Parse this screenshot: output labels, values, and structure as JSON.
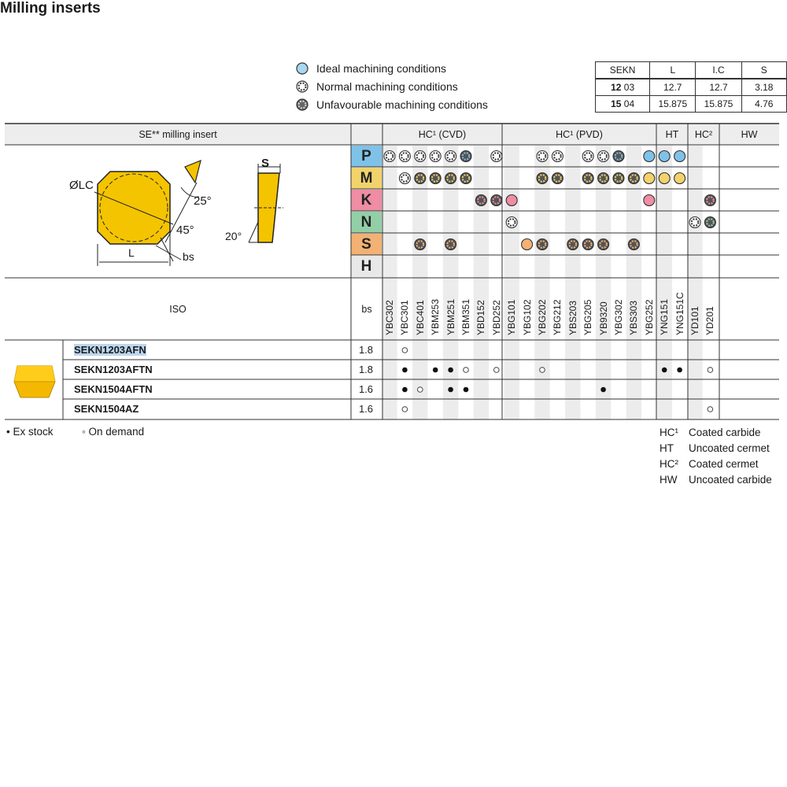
{
  "page_title": "Milling inserts",
  "legend": [
    {
      "label": "Ideal machining conditions",
      "icon": "ideal-condition-icon"
    },
    {
      "label": "Normal machining conditions",
      "icon": "normal-condition-icon"
    },
    {
      "label": "Unfavourable machining conditions",
      "icon": "unfavourable-condition-icon"
    }
  ],
  "dimensions_table": {
    "header": [
      "SEKN",
      "L",
      "I.C",
      "S"
    ],
    "rows": [
      {
        "code_bold": "12",
        "code_rest": " 03",
        "L": "12.7",
        "IC": "12.7",
        "S": "3.18"
      },
      {
        "code_bold": "15",
        "code_rest": " 04",
        "L": "15.875",
        "IC": "15.875",
        "S": "4.76"
      }
    ]
  },
  "header": {
    "insert_label": "SE** milling insert",
    "group_hc_cvd": "HC¹ (CVD)",
    "group_hc_pvd": "HC¹ (PVD)",
    "group_ht": "HT",
    "group_hc2": "HC²",
    "group_hw": "HW",
    "iso_label": "ISO",
    "bs_label": "bs"
  },
  "diagram": {
    "lc": "ØLC",
    "angle_25": "25°",
    "angle_45": "45°",
    "l": "L",
    "bs": "bs",
    "s": "S",
    "angle_20": "20°"
  },
  "materials": [
    {
      "code": "P",
      "color": "#7fc2e8"
    },
    {
      "code": "M",
      "color": "#f2d36b"
    },
    {
      "code": "K",
      "color": "#ee8da4"
    },
    {
      "code": "N",
      "color": "#93cfa6"
    },
    {
      "code": "S",
      "color": "#f3b173"
    },
    {
      "code": "H",
      "color": "#e8e8e8"
    }
  ],
  "grades": [
    "YBC302",
    "YBC301",
    "YBC401",
    "YBM253",
    "YBM251",
    "YBM351",
    "YBD152",
    "YBD252",
    "YBG101",
    "YBG102",
    "YBG202",
    "YBG212",
    "YBS203",
    "YBG205",
    "YB9320",
    "YBG302",
    "YBS303",
    "YBG252",
    "YNG151",
    "YNG151C",
    "YD101",
    "YD201"
  ],
  "conditions": {
    "P": [
      "n",
      "n",
      "n",
      "n",
      "n",
      "u",
      "",
      "n",
      "",
      "",
      "n",
      "n",
      "",
      "n",
      "n",
      "u",
      "",
      "i",
      "i",
      "i",
      "",
      ""
    ],
    "M": [
      "",
      "n",
      "u",
      "u",
      "u",
      "u",
      "",
      "",
      "",
      "",
      "u",
      "u",
      "",
      "u",
      "u",
      "u",
      "u",
      "i",
      "i",
      "i",
      "",
      ""
    ],
    "K": [
      "",
      "",
      "",
      "",
      "",
      "",
      "u",
      "u",
      "i",
      "",
      "",
      "",
      "",
      "",
      "",
      "",
      "",
      "i",
      "",
      "",
      "",
      "u"
    ],
    "N": [
      "",
      "",
      "",
      "",
      "",
      "",
      "",
      "",
      "n",
      "",
      "",
      "",
      "",
      "",
      "",
      "",
      "",
      "",
      "",
      "",
      "n",
      "u"
    ],
    "S": [
      "",
      "",
      "u",
      "",
      "u",
      "",
      "",
      "",
      "",
      "i",
      "u",
      "",
      "u",
      "u",
      "u",
      "",
      "u",
      "",
      "",
      "",
      "",
      ""
    ],
    "H": [
      "",
      "",
      "",
      "",
      "",
      "",
      "",
      "",
      "",
      "",
      "",
      "",
      "",
      "",
      "",
      "",
      "",
      "",
      "",
      "",
      "",
      ""
    ]
  },
  "products": [
    {
      "iso": "SEKN1203AFN",
      "bs": "1.8",
      "stock": [
        "",
        "o",
        "",
        "",
        "",
        "",
        "",
        "",
        "",
        "",
        "",
        "",
        "",
        "",
        "",
        "",
        "",
        "",
        "",
        "",
        "",
        ""
      ]
    },
    {
      "iso": "SEKN1203AFTN",
      "bs": "1.8",
      "stock": [
        "",
        "x",
        "",
        "x",
        "x",
        "o",
        "",
        "o",
        "",
        "",
        "o",
        "",
        "",
        "",
        "",
        "",
        "",
        "",
        "x",
        "x",
        "",
        "o"
      ]
    },
    {
      "iso": "SEKN1504AFTN",
      "bs": "1.6",
      "stock": [
        "",
        "x",
        "o",
        "",
        "x",
        "x",
        "",
        "",
        "",
        "",
        "",
        "",
        "",
        "",
        "x",
        "",
        "",
        "",
        "",
        "",
        "",
        ""
      ]
    },
    {
      "iso": "SEKN1504AZ",
      "bs": "1.6",
      "stock": [
        "",
        "o",
        "",
        "",
        "",
        "",
        "",
        "",
        "",
        "",
        "",
        "",
        "",
        "",
        "",
        "",
        "",
        "",
        "",
        "",
        "",
        "o"
      ]
    }
  ],
  "footnotes": {
    "ex_stock": "• Ex stock",
    "on_demand": "◦ On demand"
  },
  "grade_key": [
    {
      "code": "HC¹",
      "desc": "Coated carbide"
    },
    {
      "code": "HT",
      "desc": "Uncoated cermet"
    },
    {
      "code": "HC²",
      "desc": "Coated cermet"
    },
    {
      "code": "HW",
      "desc": "Uncoated carbide"
    }
  ],
  "colors": {
    "insert_yellow": "#f5c400",
    "ideal_fill": "#a8d8f0",
    "header_bg": "#ededed",
    "shade_col": "#ececec"
  }
}
